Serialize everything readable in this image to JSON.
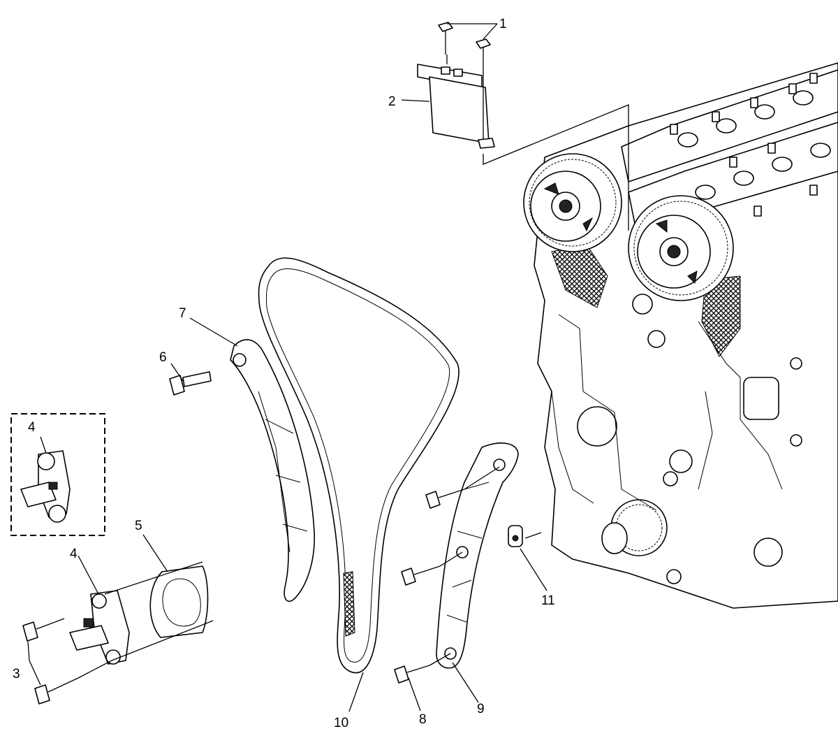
{
  "callouts": [
    {
      "id": "1",
      "label": "1"
    },
    {
      "id": "2",
      "label": "2"
    },
    {
      "id": "3",
      "label": "3"
    },
    {
      "id": "4a",
      "label": "4"
    },
    {
      "id": "4b",
      "label": "4"
    },
    {
      "id": "5",
      "label": "5"
    },
    {
      "id": "6",
      "label": "6"
    },
    {
      "id": "7",
      "label": "7"
    },
    {
      "id": "8",
      "label": "8"
    },
    {
      "id": "9",
      "label": "9"
    },
    {
      "id": "10",
      "label": "10"
    },
    {
      "id": "11",
      "label": "11"
    }
  ]
}
